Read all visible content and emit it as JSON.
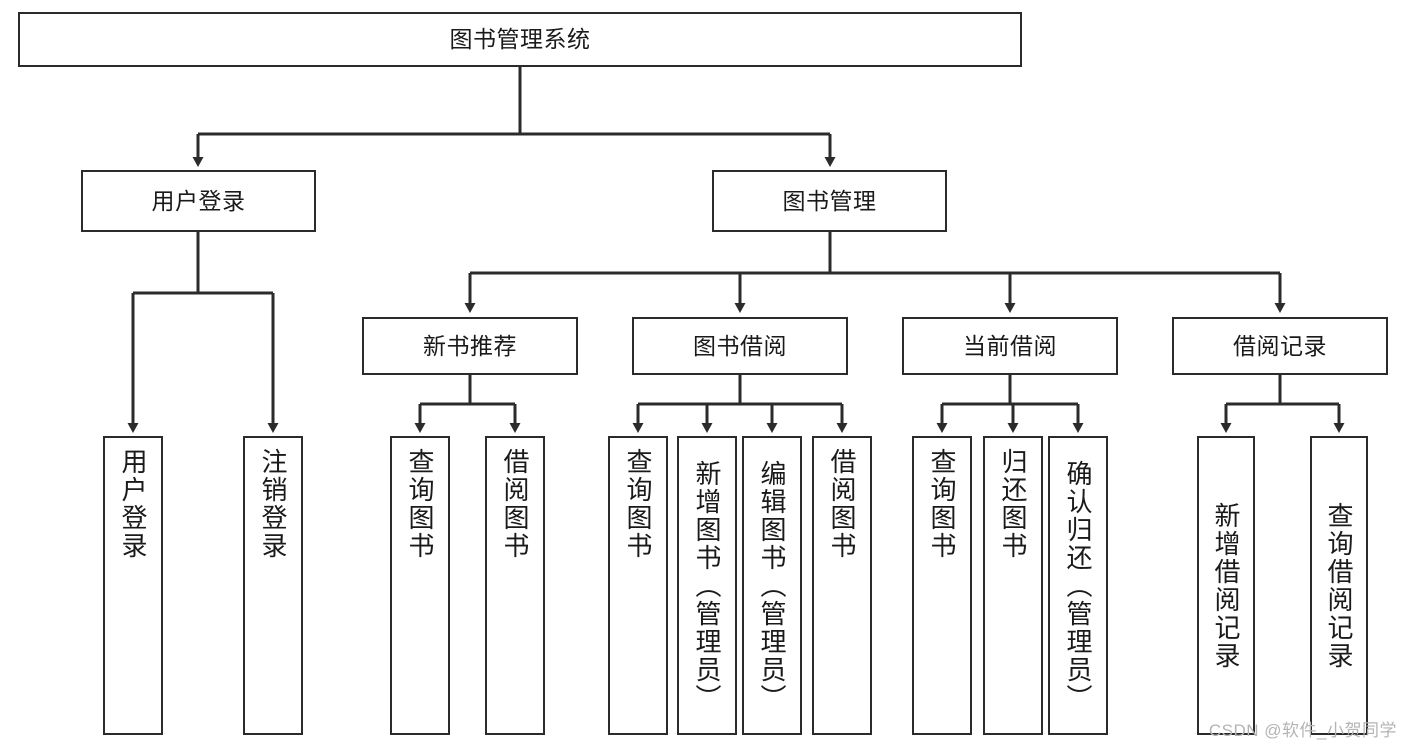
{
  "diagram": {
    "title": "图书管理系统",
    "type": "hierarchy-tree",
    "orientation": "top-down",
    "levels": 4,
    "colors": {
      "border": "#2b2b2b",
      "fill": "#ffffff",
      "text": "#1a1a1a",
      "edge": "#2b2b2b",
      "watermark": "#b4b4b4"
    }
  },
  "nodes": {
    "root": {
      "label": "图书管理系统",
      "level": 1
    },
    "level2": [
      {
        "id": "user-login",
        "label": "用户登录",
        "level": 2
      },
      {
        "id": "book-management",
        "label": "图书管理",
        "level": 2
      }
    ],
    "level3": [
      {
        "id": "new-book-recommend",
        "label": "新书推荐",
        "level": 3
      },
      {
        "id": "book-borrow",
        "label": "图书借阅",
        "level": 3
      },
      {
        "id": "current-borrow",
        "label": "当前借阅",
        "level": 3
      },
      {
        "id": "borrow-record",
        "label": "借阅记录",
        "level": 3
      }
    ],
    "leaves": [
      {
        "id": "leaf-user-login",
        "label": "用户登录",
        "parent": "user-login"
      },
      {
        "id": "leaf-user-logout",
        "label": "注销登录",
        "parent": "user-login"
      },
      {
        "id": "leaf-query-book-1",
        "label": "查询图书",
        "parent": "new-book-recommend"
      },
      {
        "id": "leaf-borrow-book-1",
        "label": "借阅图书",
        "parent": "new-book-recommend"
      },
      {
        "id": "leaf-query-book-2",
        "label": "查询图书",
        "parent": "book-borrow"
      },
      {
        "id": "leaf-add-book",
        "label": "新增图书（管理员）",
        "parent": "book-borrow"
      },
      {
        "id": "leaf-edit-book",
        "label": "编辑图书（管理员）",
        "parent": "book-borrow"
      },
      {
        "id": "leaf-borrow-book-2",
        "label": "借阅图书",
        "parent": "book-borrow"
      },
      {
        "id": "leaf-query-book-3",
        "label": "查询图书",
        "parent": "current-borrow"
      },
      {
        "id": "leaf-return-book",
        "label": "归还图书",
        "parent": "current-borrow"
      },
      {
        "id": "leaf-confirm-return",
        "label": "确认归还（管理员）",
        "parent": "current-borrow"
      },
      {
        "id": "leaf-add-record",
        "label": "新增借阅记录",
        "parent": "borrow-record"
      },
      {
        "id": "leaf-query-record",
        "label": "查询借阅记录",
        "parent": "borrow-record"
      }
    ]
  },
  "watermark": {
    "text": "CSDN @软件_小贺同学"
  }
}
